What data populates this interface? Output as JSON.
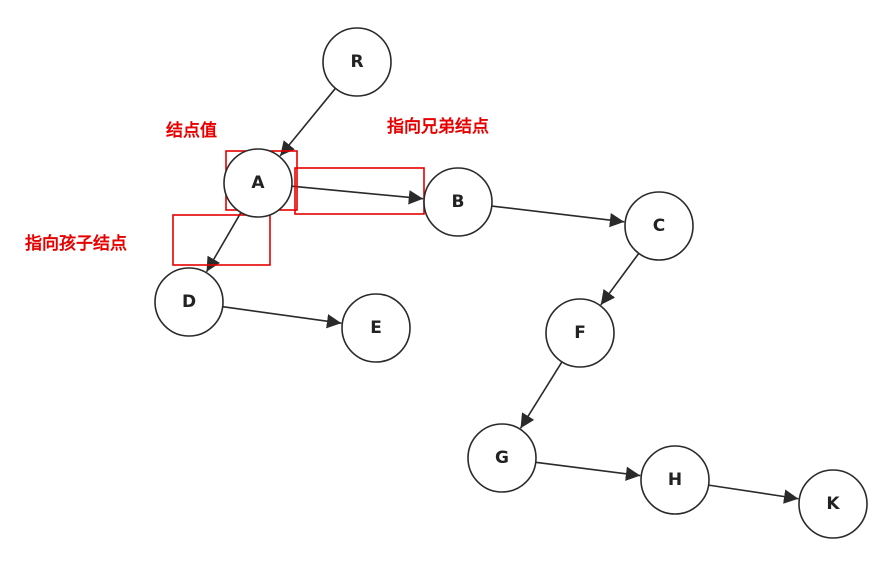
{
  "colors": {
    "node_stroke": "#2a2a2a",
    "annotation": "#e60000",
    "background": "#ffffff"
  },
  "nodes": [
    {
      "id": "R",
      "label": "R"
    },
    {
      "id": "A",
      "label": "A"
    },
    {
      "id": "B",
      "label": "B"
    },
    {
      "id": "C",
      "label": "C"
    },
    {
      "id": "D",
      "label": "D"
    },
    {
      "id": "E",
      "label": "E"
    },
    {
      "id": "F",
      "label": "F"
    },
    {
      "id": "G",
      "label": "G"
    },
    {
      "id": "H",
      "label": "H"
    },
    {
      "id": "K",
      "label": "K"
    }
  ],
  "edges": [
    {
      "from": "R",
      "to": "A"
    },
    {
      "from": "A",
      "to": "B"
    },
    {
      "from": "B",
      "to": "C"
    },
    {
      "from": "A",
      "to": "D"
    },
    {
      "from": "D",
      "to": "E"
    },
    {
      "from": "C",
      "to": "F"
    },
    {
      "from": "F",
      "to": "G"
    },
    {
      "from": "G",
      "to": "H"
    },
    {
      "from": "H",
      "to": "K"
    }
  ],
  "annotations": {
    "node_value": "结点值",
    "sibling_pointer": "指向兄弟结点",
    "child_pointer": "指向孩子结点"
  }
}
